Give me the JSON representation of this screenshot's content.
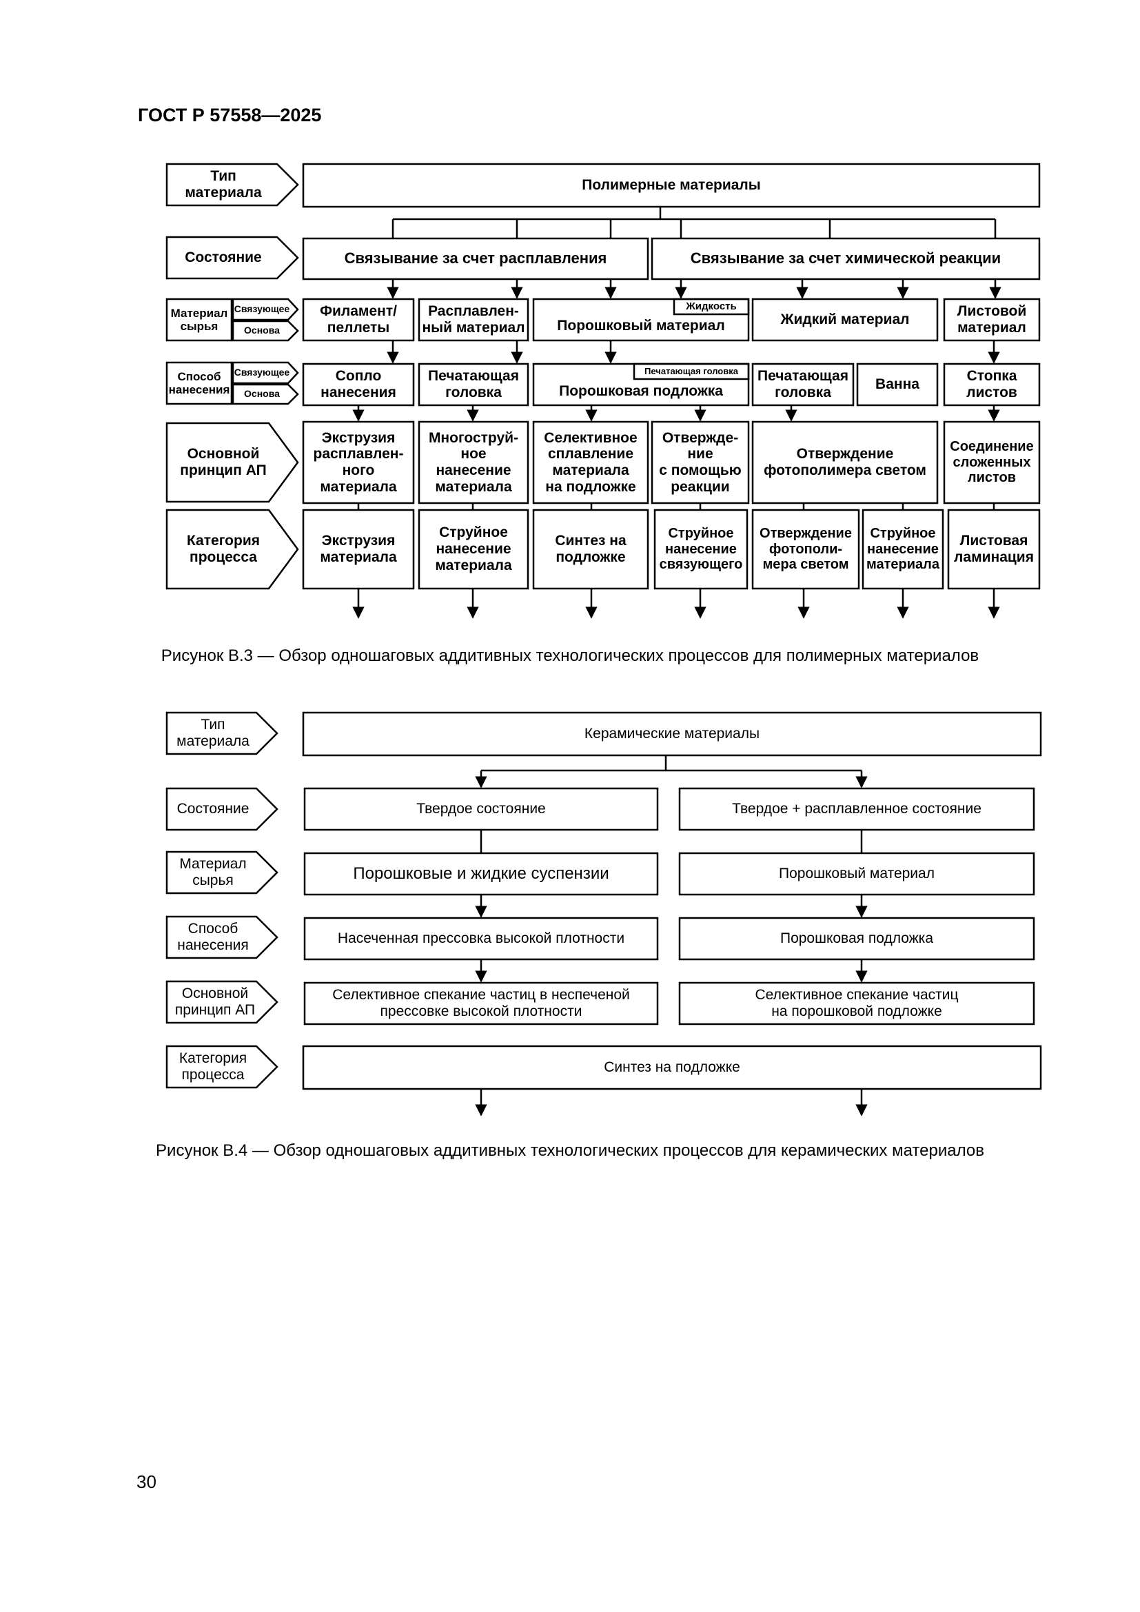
{
  "header": {
    "doc_id": "ГОСТ Р 57558—2025"
  },
  "page_number": "30",
  "figure3": {
    "caption": "Рисунок В.3 — Обзор одношаговых аддитивных технологических процессов для полимерных материалов",
    "row_labels": {
      "material_type": "Тип\nматериала",
      "state": "Состояние",
      "raw_material": "Материал\nсырья",
      "application_method": "Способ\nнанесения",
      "principle": "Основной\nпринцип АП",
      "category": "Категория\nпроцесса"
    },
    "sub_labels": {
      "binder": "Связующее",
      "base": "Основа"
    },
    "material": "Полимерные материалы",
    "states": {
      "melting": "Связывание за счет расплавления",
      "chemical": "Связывание за счет химической реакции"
    },
    "raw": {
      "filament": "Филамент/\nпеллеты",
      "molten": "Расплавлен-\nный материал",
      "powder": "Порошковый материал",
      "liquid_tag": "Жидкость",
      "liquid": "Жидкий материал",
      "sheet": "Листовой\nматериал"
    },
    "application": {
      "nozzle": "Сопло\nнанесения",
      "printhead": "Печатающая\nголовка",
      "printhead_tag": "Печатающая головка",
      "powder_bed": "Порошковая подложка",
      "printhead2": "Печатающая\nголовка",
      "vat": "Ванна",
      "stack": "Стопка\nлистов"
    },
    "principle": {
      "extrusion": "Экструзия\nрасплавлен-\nного\nматериала",
      "multijet": "Многоструй-\nное\nнанесение\nматериала",
      "sls": "Селективное\nсплавление\nматериала\nна подложке",
      "chem_cure": "Отвержде-\nние\nс помощью\nреакции",
      "photo": "Отверждение\nфотополимера светом",
      "sheets_join": "Соединение\nсложенных\nлистов"
    },
    "category": {
      "mex": "Экструзия\nматериала",
      "mjt": "Струйное\nнанесение\nматериала",
      "pbf": "Синтез на\nподложке",
      "bjt": "Струйное\nнанесение\nсвязующего",
      "vpp": "Отверждение\nфотополи-\nмера светом",
      "mjt2": "Струйное\nнанесение\nматериала",
      "shl": "Листовая\nламинация"
    }
  },
  "figure4": {
    "caption": "Рисунок В.4 — Обзор одношаговых аддитивных технологических процессов для керамических материалов",
    "row_labels": {
      "material_type": "Тип\nматериала",
      "state": "Состояние",
      "raw_material": "Материал\nсырья",
      "application_method": "Способ\nнанесения",
      "principle": "Основной\nпринцип АП",
      "category": "Категория\nпроцесса"
    },
    "material": "Керамические материалы",
    "states": {
      "solid": "Твердое состояние",
      "solid_molten": "Твердое + расплавленное состояние"
    },
    "raw": {
      "suspensions": "Порошковые и жидкие суспензии",
      "powder": "Порошковый материал"
    },
    "application": {
      "pressing": "Насеченная прессовка высокой плотности",
      "powder_bed": "Порошковая подложка"
    },
    "principle": {
      "sinter_press": "Селективное спекание частиц в неспеченой\nпрессовке высокой плотности",
      "sinter_bed": "Селективное спекание частиц\nна порошковой подложке"
    },
    "category": {
      "pbf": "Синтез на подложке"
    }
  }
}
